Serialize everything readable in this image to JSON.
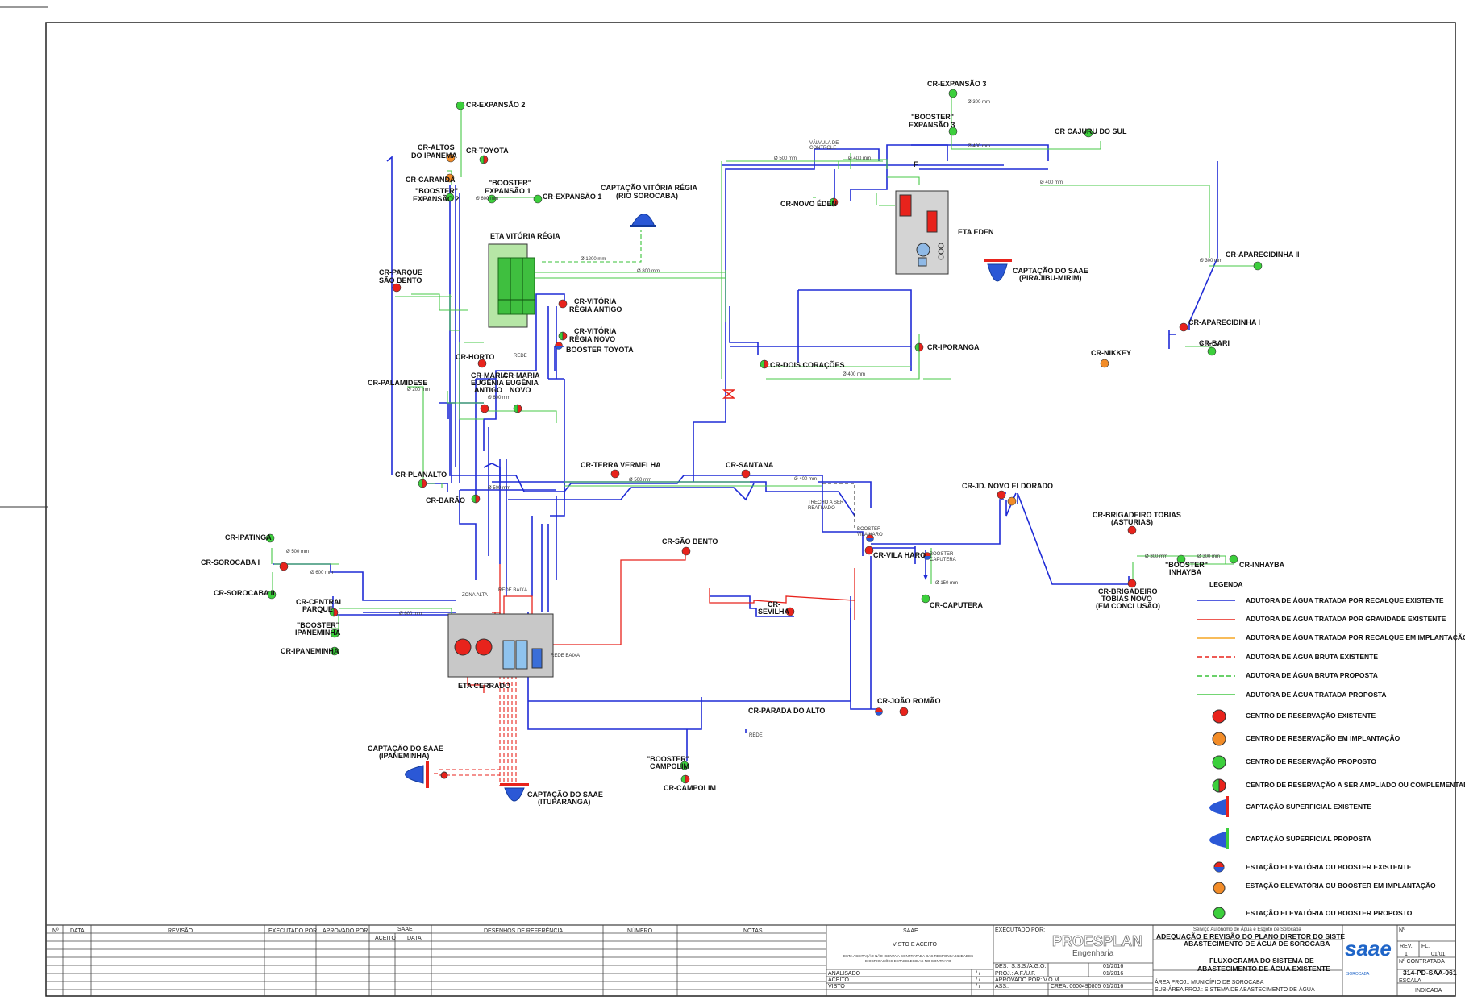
{
  "colors": {
    "treated_pump_existing": "#1f2bd6",
    "treated_gravity_existing": "#e8231c",
    "treated_pump_implant": "#f5a623",
    "raw_existing": "#e8231c",
    "raw_proposed": "#39c239",
    "treated_proposed": "#47c847",
    "reservoir_existing": "#e8231c",
    "reservoir_implant": "#f28c28",
    "reservoir_proposed": "#3ccf3c"
  },
  "nodes": {
    "expansao2": "CR-EXPANSÃO 2",
    "altos_ipanema": [
      "CR-ALTOS",
      "DO IPANEMA"
    ],
    "toyota": "CR-TOYOTA",
    "caranda": "CR-CARANDÁ",
    "booster_exp2": [
      "\"BOOSTER\"",
      "EXPANSÃO 2"
    ],
    "booster_exp1": [
      "\"BOOSTER\"",
      "EXPANSÃO 1"
    ],
    "expansao1": "CR-EXPANSÃO 1",
    "capt_vitoria": [
      "CAPTAÇÃO VITÓRIA RÉGIA",
      "(RIO SOROCABA)"
    ],
    "eta_vitoria": "ETA VITÓRIA RÉGIA",
    "parque_sao_bento": [
      "CR-PARQUE",
      "SÃO BENTO"
    ],
    "vitoria_antigo": [
      "CR-VITÓRIA",
      "RÉGIA ANTIGO"
    ],
    "vitoria_novo": [
      "CR-VITÓRIA",
      "RÉGIA NOVO"
    ],
    "booster_toyota": "BOOSTER TOYOTA",
    "rede": "REDE",
    "horto": "CR-HORTO",
    "maria_antigo": [
      "CR-MARIA",
      "EUGÊNIA",
      "ANTIGO"
    ],
    "maria_novo": [
      "CR-MARIA",
      "EUGÊNIA",
      "NOVO"
    ],
    "palmeiras": "CR-PALAMIDESE",
    "planalto": "CR-PLANALTO",
    "barao": "CR-BARÃO",
    "terra_vermelha": "CR-TERRA VERMELHA",
    "santana": "CR-SANTANA",
    "expansao3": "CR-EXPANSÃO 3",
    "booster_exp3": [
      "\"BOOSTER\"",
      "EXPANSÃO 3"
    ],
    "cajuru": "CR CAJURU DO SUL",
    "valvula": [
      "VÁLVULA DE",
      "CONTROLE"
    ],
    "novo_eden": "CR-NOVO ÉDEN",
    "eta_eden": "ETA EDEN",
    "capt_pirajibu": [
      "CAPTAÇÃO DO SAAE",
      "(PIRAJIBU-MIRIM)"
    ],
    "aparecidinha2": "CR-APARECIDINHA II",
    "aparecidinha1": "CR-APARECIDINHA I",
    "ipiranga": "CR-IPORANGA",
    "dois_coracoes": "CR-DOIS CORAÇÕES",
    "nikkey": "CR-NIKKEY",
    "bari": "CR-BARI",
    "jd_novo_eldorado": "CR-JD. NOVO ELDORADO",
    "trecho": [
      "TRECHO A SER",
      "REATIVADO"
    ],
    "booster_vila_haro": [
      "BOOSTER",
      "VILA HARO"
    ],
    "vila_haro": "CR-VILA HARO",
    "booster_caputera": [
      "BOOSTER",
      "CAPUTERA"
    ],
    "caputera": "CR-CAPUTERA",
    "brig_asturias": [
      "CR-BRIGADEIRO TOBIAS",
      "(ASTURIAS)"
    ],
    "brig_novo": [
      "CR-BRIGADEIRO",
      "TOBIAS NOVO",
      "(EM CONCLUSÃO)"
    ],
    "booster_inhayba": [
      "\"BOOSTER\"",
      "INHAYBA"
    ],
    "inhayba": "CR-INHAYBA",
    "ipatinga": "CR-IPATINGA",
    "sorocaba1": "CR-SOROCABA I",
    "sorocaba2": "CR-SOROCABA II",
    "central_parque": [
      "CR-CENTRAL",
      "PARQUE"
    ],
    "booster_ipaneminha": [
      "\"BOOSTER\"",
      "IPANEMINHA"
    ],
    "ipaneminha": "CR-IPANEMINHA",
    "zona_alta": "ZONA ALTA",
    "rede_baixa": "REDE BAIXA",
    "eta_cerrado": "ETA CERRADO",
    "sao_bento": "CR-SÃO BENTO",
    "sevilha": [
      "CR-",
      "SEVILHA"
    ],
    "joao_romao": "CR-JOÃO ROMÃO",
    "parada_alto": "CR-PARADA DO ALTO",
    "booster_campolim": [
      "\"BOOSTER\"",
      "CAMPOLIM"
    ],
    "campolim": "CR-CAMPOLIM",
    "capt_ipaneminha": [
      "CAPTAÇÃO DO SAAE",
      "(IPANEMINHA)"
    ],
    "capt_itupararanga": [
      "CAPTAÇÃO DO SAAE",
      "(ITUPARANGA)"
    ],
    "f": "F"
  },
  "pipes": [
    "Ø 400 mm",
    "Ø 300 mm",
    "Ø 200 mm",
    "Ø 600 mm",
    "Ø 1200 mm",
    "Ø 150 mm",
    "Ø 500 mm",
    "Ø 800 mm"
  ],
  "legend": {
    "title": "LEGENDA",
    "items": [
      "ADUTORA DE ÁGUA TRATADA POR RECALQUE EXISTENTE",
      "ADUTORA DE ÁGUA TRATADA POR GRAVIDADE EXISTENTE",
      "ADUTORA DE ÁGUA TRATADA POR RECALQUE EM IMPLANTAÇÃO",
      "ADUTORA DE ÁGUA BRUTA EXISTENTE",
      "ADUTORA DE ÁGUA BRUTA PROPOSTA",
      "ADUTORA DE ÁGUA TRATADA PROPOSTA",
      "CENTRO DE RESERVAÇÃO EXISTENTE",
      "CENTRO DE RESERVAÇÃO EM IMPLANTAÇÃO",
      "CENTRO DE RESERVAÇÃO PROPOSTO",
      "CENTRO DE RESERVAÇÃO A SER AMPLIADO OU COMPLEMENTADO",
      "CAPTAÇÃO SUPERFICIAL EXISTENTE",
      "CAPTAÇÃO SUPERFICIAL PROPOSTA",
      "ESTAÇÃO ELEVATÓRIA OU BOOSTER EXISTENTE",
      "ESTAÇÃO ELEVATÓRIA OU BOOSTER EM IMPLANTAÇÃO",
      "ESTAÇÃO ELEVATÓRIA OU BOOSTER PROPOSTO"
    ]
  },
  "titleblock": {
    "col_n": "Nº",
    "col_data": "DATA",
    "col_revisao": "REVISÃO",
    "col_executado": "EXECUTADO POR",
    "col_aprovado": "APROVADO POR",
    "col_saae": "SAAE",
    "col_aceito": "ACEITO",
    "col_data2": "DATA",
    "col_desenhos": "DESENHOS DE REFERÊNCIA",
    "col_numero": "NÚMERO",
    "col_notas": "NOTAS",
    "saae_title": "SAAE",
    "visto": "VISTO E ACEITO",
    "visto_note1": "ESTA ACEITAÇÃO NÃO ISENTA A CONTRATADA DAS RESPONSABILIDADES",
    "visto_note2": "E OBRIGAÇÕES ESTABELECIDAS NO CONTRATO",
    "analisado": "ANALISADO",
    "aceito": "ACEITO",
    "visto2": "VISTO",
    "date_blank": "/ /",
    "executado_por": "EXECUTADO POR:",
    "company": "PROESPLAN",
    "company_sub": "Engenharia",
    "des": "DES.: S.S.S./A.G.O.",
    "proj": "PROJ.: A.F./U.F.",
    "aprovado": "APROVADO POR: V.O.M.",
    "ass": "ASS.:",
    "crea": "CREA: 0600490805",
    "date1": "01/2016",
    "date2": "01/2016",
    "date3": "01/2016",
    "org": "Serviço Autônomo de Água e Esgoto de Sorocaba",
    "project1": "ADEQUAÇÃO E REVISÃO DO PLANO DIRETOR DO SISTEMA DE",
    "project2": "ABASTECIMENTO DE ÁGUA DE SOROCABA",
    "drawing1": "FLUXOGRAMA DO SISTEMA DE",
    "drawing2": "ABASTECIMENTO DE ÁGUA EXISTENTE",
    "area": "ÁREA PROJ.: MUNICÍPIO DE SOROCABA",
    "subarea": "SUB-ÁREA PROJ.: SISTEMA DE ABASTECIMENTO DE ÁGUA",
    "logo": "saae",
    "logo_sub": "SOROCABA",
    "no_label": "Nº",
    "rev_label": "REV.",
    "fl_label": "FL.",
    "rev_val": "1",
    "fl_val": "01/01",
    "contratada": "Nº CONTRATADA",
    "contratada_val": "314-PD-SAA-061",
    "escala": "ESCALA",
    "escala_val": "INDICADA"
  }
}
